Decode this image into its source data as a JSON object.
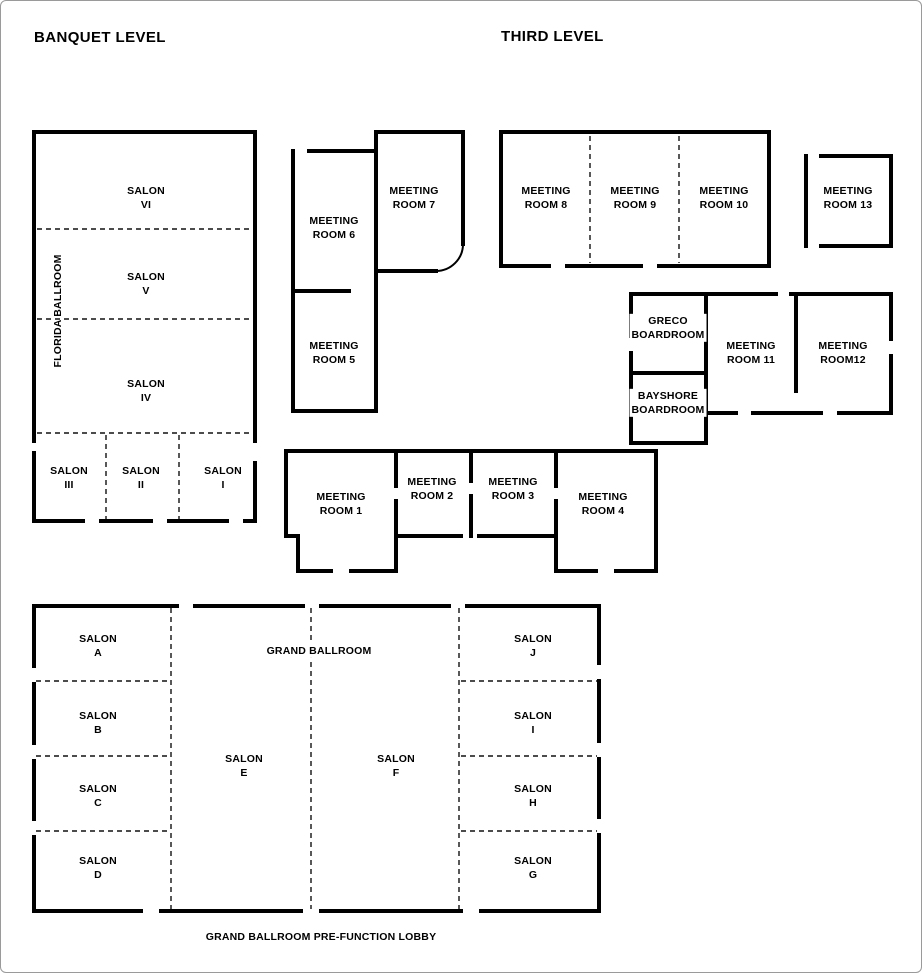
{
  "titles": {
    "left": "BANQUET LEVEL",
    "right": "THIRD LEVEL"
  },
  "florida": {
    "name": "FLORIDA BALLROOM",
    "salons": {
      "vi": "SALON\nVI",
      "v": "SALON\nV",
      "iv": "SALON\nIV",
      "iii": "SALON\nIII",
      "ii": "SALON\nII",
      "i": "SALON\nI"
    }
  },
  "meeting": {
    "m1": "MEETING\nROOM 1",
    "m2": "MEETING\nROOM 2",
    "m3": "MEETING\nROOM 3",
    "m4": "MEETING\nROOM 4",
    "m5": "MEETING\nROOM 5",
    "m6": "MEETING\nROOM 6",
    "m7": "MEETING\nROOM 7",
    "m8": "MEETING\nROOM 8",
    "m9": "MEETING\nROOM 9",
    "m10": "MEETING\nROOM 10",
    "m11": "MEETING\nROOM 11",
    "m12": "MEETING\nROOM12",
    "m13": "MEETING\nROOM 13"
  },
  "boardrooms": {
    "greco": "GRECO\nBOARDROOM",
    "bayshore": "BAYSHORE\nBOARDROOM"
  },
  "grand": {
    "name": "GRAND BALLROOM",
    "salons": {
      "a": "SALON\nA",
      "b": "SALON\nB",
      "c": "SALON\nC",
      "d": "SALON\nD",
      "e": "SALON\nE",
      "f": "SALON\nF",
      "g": "SALON\nG",
      "h": "SALON\nH",
      "i": "SALON\nI",
      "j": "SALON\nJ"
    },
    "lobby": "GRAND BALLROOM PRE-FUNCTION LOBBY"
  }
}
